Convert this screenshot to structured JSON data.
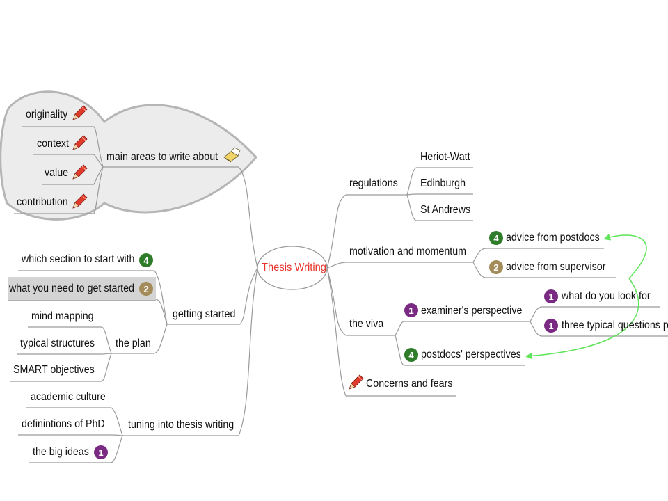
{
  "central": {
    "label": "Thesis Writing"
  },
  "left": {
    "main_areas": {
      "label": "main areas to write about",
      "children": [
        "originality",
        "context",
        "value",
        "contribution"
      ]
    },
    "getting_started": {
      "label": "getting started",
      "children": {
        "which_section": "which section to start with",
        "what_you_need": "what you need to get started",
        "the_plan": {
          "label": "the plan",
          "children": [
            "mind mapping",
            "typical structures",
            "SMART objectives"
          ]
        }
      }
    },
    "tuning": {
      "label": "tuning into thesis writing",
      "children": [
        "academic culture",
        "definintions of PhD",
        "the big ideas"
      ]
    }
  },
  "right": {
    "regulations": {
      "label": "regulations",
      "children": [
        "Heriot-Watt",
        "Edinburgh",
        "St Andrews"
      ]
    },
    "motivation": {
      "label": "motivation and momentum",
      "children": [
        "advice from postdocs",
        "advice from supervisor"
      ]
    },
    "viva": {
      "label": "the viva",
      "examiner": {
        "label": "examiner's perspective",
        "children": [
          "what do you look for",
          "three typical questions p"
        ]
      },
      "postdocs": {
        "label": "postdocs' perspectives"
      }
    },
    "concerns": {
      "label": "Concerns and fears"
    }
  },
  "badges": {
    "which_section": "4",
    "what_you_need": "2",
    "the_big_ideas": "1",
    "advice_postdocs": "4",
    "advice_supervisor": "2",
    "examiner": "1",
    "what_look_for": "1",
    "three_questions": "1",
    "postdocs": "4"
  },
  "colors": {
    "central_text": "#e8322b",
    "branch_line": "#9a9a9a",
    "boundary_fill": "#ececec",
    "boundary_stroke": "#b5b5b5",
    "badge_green": "#2f7d2a",
    "badge_tan": "#a38c5a",
    "badge_purple": "#7a2a82",
    "relationship_arrow": "#5fe45a",
    "highlight": "#d4d4d4"
  },
  "icons": {
    "task": "pencil-icon",
    "attachment": "eraser-brush-icon"
  }
}
